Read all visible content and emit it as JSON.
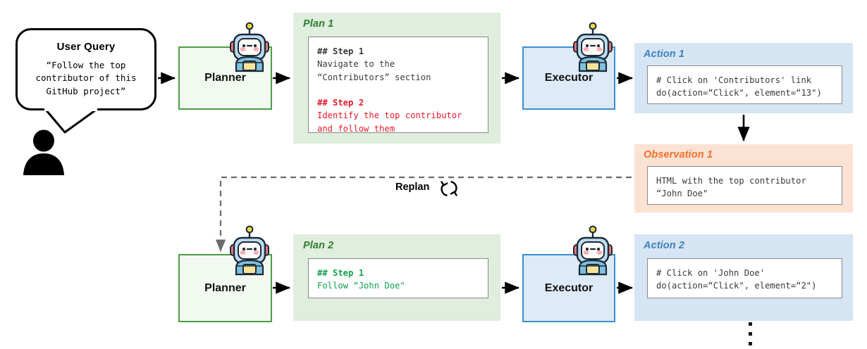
{
  "diagram": {
    "title": "Planner-Executor agent loop with replanning",
    "colors": {
      "plan_panel_bg": "#dfeedd",
      "action_panel_bg": "#d6e5f3",
      "observation_panel_bg": "#fbe2d3",
      "plan_label": "#2f7d32",
      "action_label": "#3d7fc1",
      "observation_label": "#f4702a",
      "planner_border": "#4a9e41",
      "executor_border": "#3b8ed0",
      "step_red": "#e8192c",
      "step_green": "#0fa250",
      "arrow": "#000000",
      "replan_dashed": "#808080"
    }
  },
  "user_query": {
    "title": "User Query",
    "text": "“Follow the top\ncontributor of this\nGitHub project”"
  },
  "agents": {
    "planner_label": "Planner",
    "executor_label": "Executor",
    "robot_icon": "robot-icon",
    "user_icon": "user-icon"
  },
  "replan": {
    "label": "Replan",
    "icon": "refresh-cycle-icon"
  },
  "row1": {
    "plan": {
      "label": "Plan 1",
      "lines": [
        {
          "text": "## Step 1",
          "style": "heading-gray"
        },
        {
          "text": "Navigate to the",
          "style": "gray"
        },
        {
          "text": "“Contributors” section",
          "style": "gray"
        },
        {
          "text": "",
          "style": "gray"
        },
        {
          "text": "## Step 2",
          "style": "heading-red"
        },
        {
          "text": "Identify the top contributor",
          "style": "red"
        },
        {
          "text": "and follow them",
          "style": "red"
        }
      ]
    },
    "action": {
      "label": "Action 1",
      "lines": [
        {
          "text": "# Click on 'Contributors' link",
          "style": "gray"
        },
        {
          "text": "do(action=“Click\", element=“13\")",
          "style": "gray"
        }
      ]
    },
    "observation": {
      "label": "Observation 1",
      "lines": [
        {
          "text": "HTML with the top contributor",
          "style": "gray"
        },
        {
          "text": "“John Doe\"",
          "style": "gray"
        }
      ]
    }
  },
  "row2": {
    "plan": {
      "label": "Plan 2",
      "lines": [
        {
          "text": "## Step 1",
          "style": "heading-green"
        },
        {
          "text": "Follow “John Doe\"",
          "style": "green"
        }
      ]
    },
    "action": {
      "label": "Action 2",
      "lines": [
        {
          "text": "# Click on 'John Doe'",
          "style": "gray"
        },
        {
          "text": "do(action=“Click\", element=“2\")",
          "style": "gray"
        }
      ]
    }
  },
  "continuation": {
    "icon": "vertical-ellipsis-icon",
    "dots": 3
  }
}
